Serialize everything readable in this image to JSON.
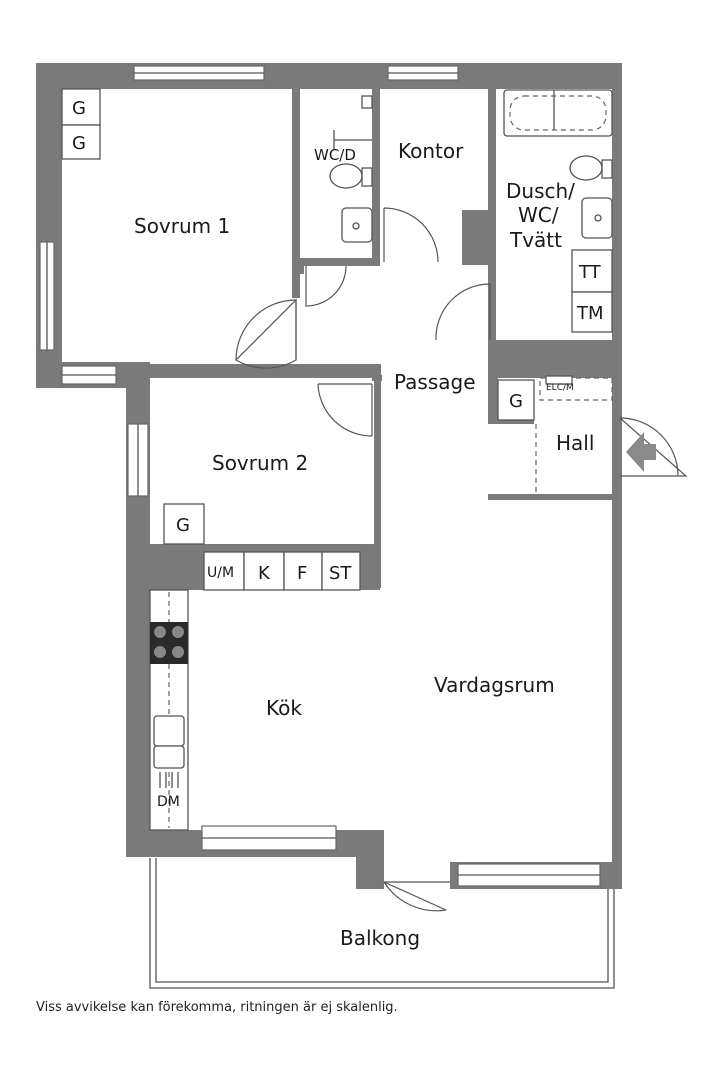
{
  "rooms": {
    "sovrum1": "Sovrum 1",
    "sovrum2": "Sovrum 2",
    "wc": "WC/D",
    "kontor": "Kontor",
    "dusch_line1": "Dusch/",
    "dusch_line2": "WC/",
    "dusch_line3": "Tvätt",
    "passage": "Passage",
    "hall": "Hall",
    "vardagsrum": "Vardagsrum",
    "kok": "Kök",
    "balkong": "Balkong"
  },
  "units": {
    "g1": "G",
    "g2": "G",
    "g3": "G",
    "g4": "G",
    "tt": "TT",
    "tm": "TM",
    "elc": "ELC/M",
    "um": "U/M",
    "k": "K",
    "f": "F",
    "st": "ST",
    "dm": "DM"
  },
  "disclaimer": "Viss avvikelse kan förekomma, ritningen är ej skalenlig.",
  "colors": {
    "wall": "#7a7a7a",
    "line": "#555555",
    "background": "#ffffff"
  },
  "icons": {
    "entrance": "entrance-arrow-icon"
  }
}
